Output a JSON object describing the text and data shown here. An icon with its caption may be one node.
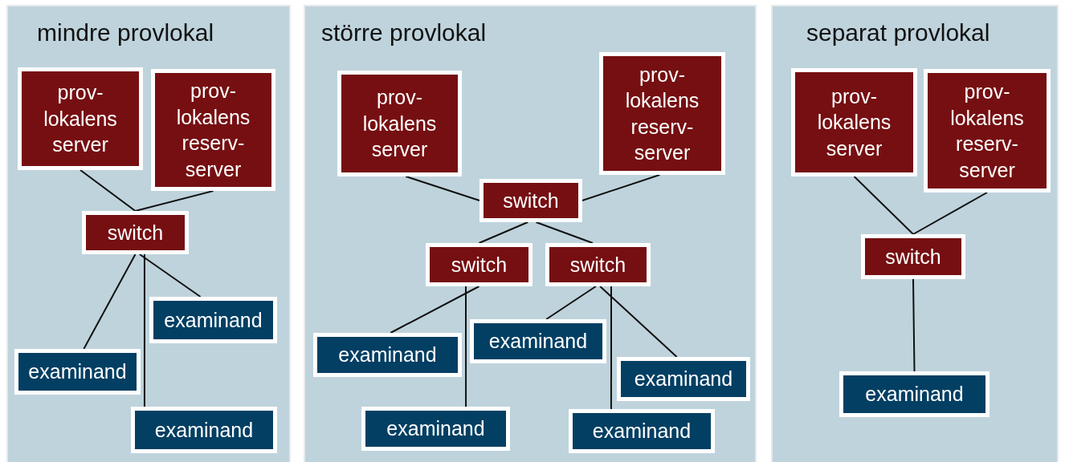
{
  "diagram": {
    "nodes": [
      {
        "text": [
          "mindre provlokal"
        ]
      },
      {
        "text": [
          "prov- lokalens server"
        ],
        "in": 0
      },
      {
        "text": [
          "prov- lokalens reserv- server"
        ],
        "in": 0
      },
      {
        "text": [
          "switch"
        ],
        "in": 0
      },
      {
        "text": [
          "examinand"
        ],
        "in": 0
      },
      {
        "text": [
          "examinand"
        ],
        "in": 0
      },
      {
        "text": [
          "examinand"
        ],
        "in": 0
      },
      {
        "text": [
          "större provlokal"
        ]
      },
      {
        "text": [
          "prov- lokalens server"
        ],
        "in": 7
      },
      {
        "text": [
          "prov- lokalens reserv- server"
        ],
        "in": 7
      },
      {
        "text": [
          "switch"
        ],
        "in": 7
      },
      {
        "text": [
          "switch"
        ],
        "in": 7
      },
      {
        "text": [
          "switch"
        ],
        "in": 7
      },
      {
        "text": [
          "examinand"
        ],
        "in": 7
      },
      {
        "text": [
          "examinand"
        ],
        "in": 7
      },
      {
        "text": [
          "examinand"
        ],
        "in": 7
      },
      {
        "text": [
          "examinand"
        ],
        "in": 7
      },
      {
        "text": [
          "examinand"
        ],
        "in": 7
      },
      {
        "text": [
          "separat provlokal"
        ]
      },
      {
        "text": [
          "prov- lokalens server"
        ],
        "in": 18
      },
      {
        "text": [
          "prov- lokalens reserv- server"
        ],
        "in": 18
      },
      {
        "text": [
          "switch"
        ],
        "in": 18
      },
      {
        "text": [
          "examinand"
        ],
        "in": 18
      }
    ],
    "edges": [
      {
        "from": 1,
        "to": 3,
        "arrow": "none"
      },
      {
        "from": 2,
        "to": 3,
        "arrow": "none"
      },
      {
        "from": 3,
        "to": 5,
        "arrow": "none"
      },
      {
        "from": 3,
        "to": 4,
        "arrow": "none"
      },
      {
        "from": 3,
        "to": 6,
        "arrow": "none"
      },
      {
        "from": 8,
        "to": 10,
        "arrow": "none"
      },
      {
        "from": 9,
        "to": 10,
        "arrow": "none"
      },
      {
        "from": 10,
        "to": 11,
        "arrow": "none"
      },
      {
        "from": 10,
        "to": 12,
        "arrow": "none"
      },
      {
        "from": 11,
        "to": 13,
        "arrow": "none"
      },
      {
        "from": 11,
        "to": 16,
        "arrow": "none"
      },
      {
        "from": 12,
        "to": 14,
        "arrow": "none"
      },
      {
        "from": 12,
        "to": 15,
        "arrow": "none"
      },
      {
        "from": 12,
        "to": 17,
        "arrow": "none"
      },
      {
        "from": 19,
        "to": 21,
        "arrow": "none"
      },
      {
        "from": 20,
        "to": 21,
        "arrow": "none"
      },
      {
        "from": 21,
        "to": 22,
        "arrow": "none"
      }
    ]
  }
}
